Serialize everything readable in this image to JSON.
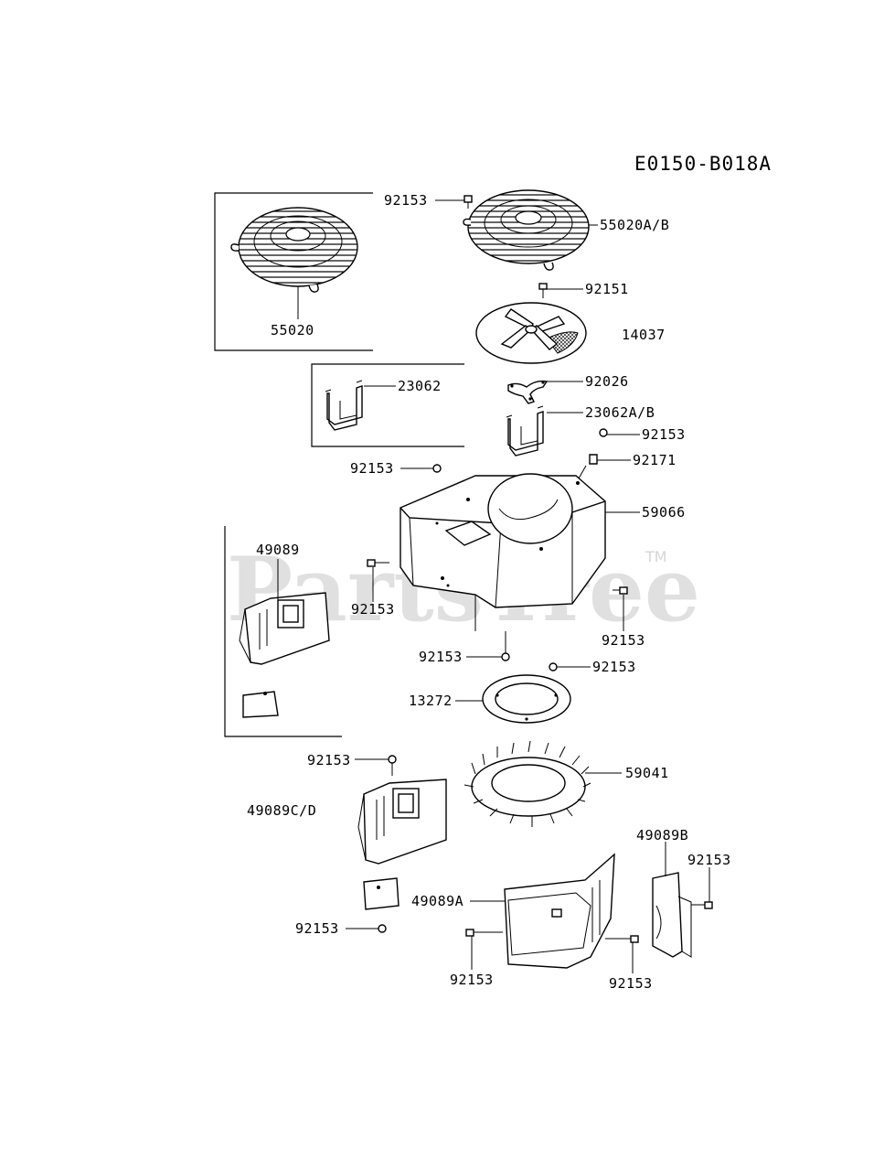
{
  "diagram_code": "E0150-B018A",
  "watermark": "PartsTree",
  "watermark_tm": "TM",
  "labels": {
    "l_92153_top": "92153",
    "l_55020ab": "55020A/B",
    "l_55020": "55020",
    "l_92151": "92151",
    "l_14037": "14037",
    "l_92026": "92026",
    "l_23062": "23062",
    "l_23062ab": "23062A/B",
    "l_92153_r1": "92153",
    "l_92171": "92171",
    "l_92153_l1": "92153",
    "l_59066": "59066",
    "l_49089": "49089",
    "l_92153_mid_l": "92153",
    "l_92153_mid_r": "92153",
    "l_92153_bolt_c": "92153",
    "l_92153_bolt_r": "92153",
    "l_13272": "13272",
    "l_59041": "59041",
    "l_92153_cd_top": "92153",
    "l_49089cd": "49089C/D",
    "l_92153_cd_bot": "92153",
    "l_49089b": "49089B",
    "l_92153_b": "92153",
    "l_49089a": "49089A",
    "l_92153_a1": "92153",
    "l_92153_a2": "92153"
  }
}
